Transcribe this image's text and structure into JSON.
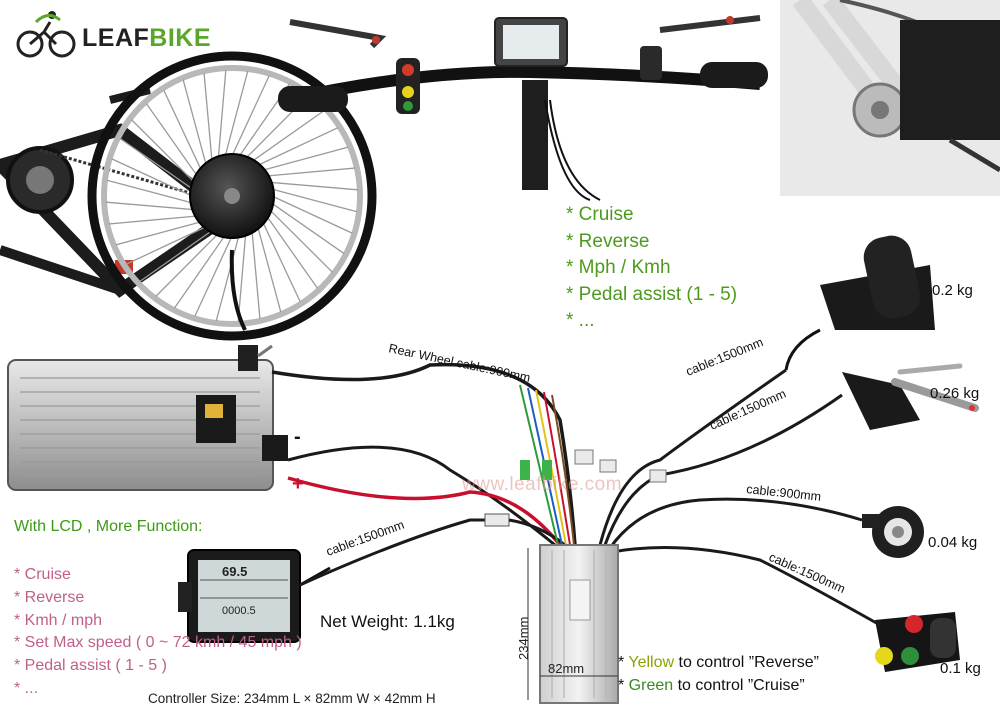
{
  "brand": {
    "name_prefix": "LEAF",
    "name_suffix": "BIKE"
  },
  "features": {
    "items": [
      "* Cruise",
      "* Reverse",
      "* Mph / Kmh",
      "* Pedal assist (1 - 5)",
      "* ..."
    ]
  },
  "lcd_section": {
    "title": "With LCD , More Function:",
    "items": [
      "* Cruise",
      "* Reverse",
      "* Kmh / mph",
      "* Set Max speed ( 0 ~ 72 kmh / 45 mph )",
      "* Pedal assist ( 1 - 5 )",
      "* ..."
    ],
    "readout_speed": "69.5",
    "readout_odo": "0000.5"
  },
  "cables": {
    "rear_wheel": "Rear Wheel cable:900mm",
    "throttle": "cable:1500mm",
    "brake": "cable:1500mm",
    "pas": "cable:900mm",
    "switch": "cable:1500mm",
    "lcd": "cable:1500mm"
  },
  "weights": {
    "throttle": "0.2 kg",
    "brake": "0.26 kg",
    "pas": "0.04 kg",
    "switch": "0.1 kg",
    "lcd_net": "Net Weight: 1.1kg"
  },
  "battery": {
    "minus": "-",
    "plus": "+"
  },
  "watermark": "www.leafbike.com",
  "controller": {
    "length": "234mm",
    "width": "82mm",
    "size_caption": "Controller Size: 234mm L × 82mm W × 42mm H"
  },
  "notes": {
    "yellow_prefix": "* ",
    "yellow_word": "Yellow",
    "yellow_rest": " to control ”Reverse”",
    "green_prefix": "* ",
    "green_word": "Green",
    "green_rest": " to control ”Cruise”"
  },
  "colors": {
    "brand_green": "#5aa62a",
    "feature_green": "#4e9a1e",
    "lcd_pink": "#c0608a",
    "cable_black": "#1a1a1a",
    "wire_red": "#c8102e"
  }
}
